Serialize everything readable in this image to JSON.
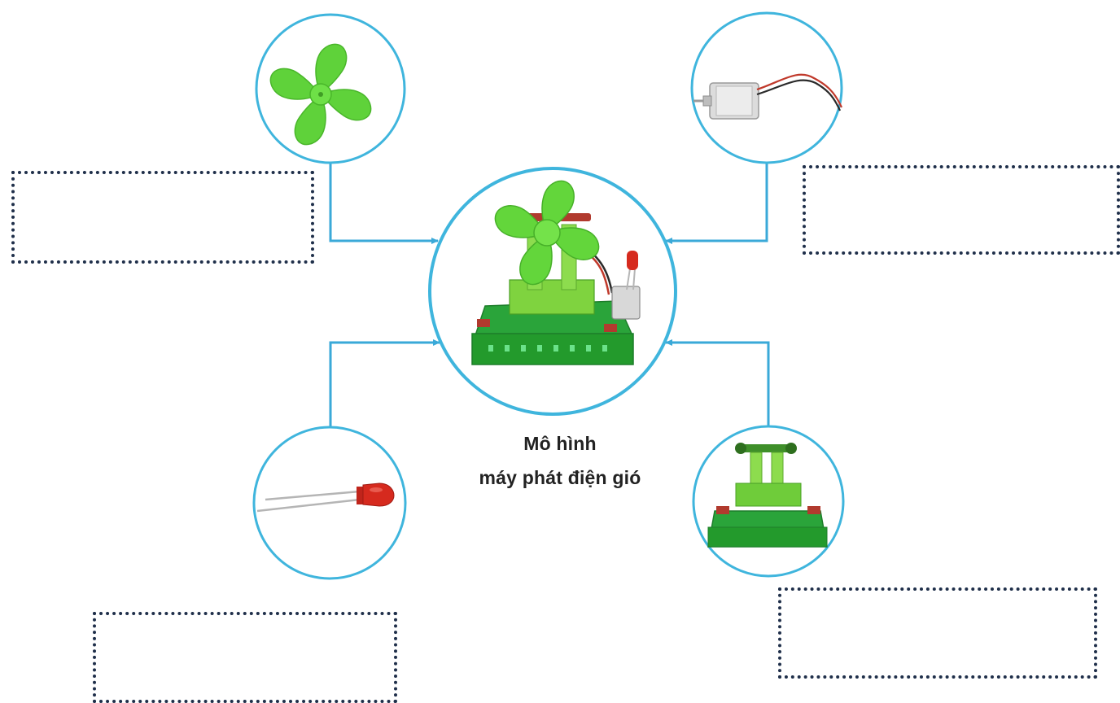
{
  "caption": {
    "line1": "Mô hình",
    "line2": "máy phát điện gió"
  },
  "colors": {
    "ring": "#3fb5dd",
    "connector": "#3aa9d8",
    "box_border": "#1f2f4a",
    "part_green": "#5fd23a",
    "base_green": "#239a2c",
    "led_red": "#d62a1e"
  },
  "parts": [
    {
      "name": "fan-blade",
      "icon": "fan-icon"
    },
    {
      "name": "motor",
      "icon": "motor-icon"
    },
    {
      "name": "led",
      "icon": "led-icon"
    },
    {
      "name": "base-frame",
      "icon": "frame-icon"
    },
    {
      "name": "wind-generator-model",
      "icon": "wind-generator-icon"
    }
  ],
  "answer_boxes": [
    {
      "id": "box-fan",
      "value": ""
    },
    {
      "id": "box-motor",
      "value": ""
    },
    {
      "id": "box-led",
      "value": ""
    },
    {
      "id": "box-base",
      "value": ""
    }
  ]
}
